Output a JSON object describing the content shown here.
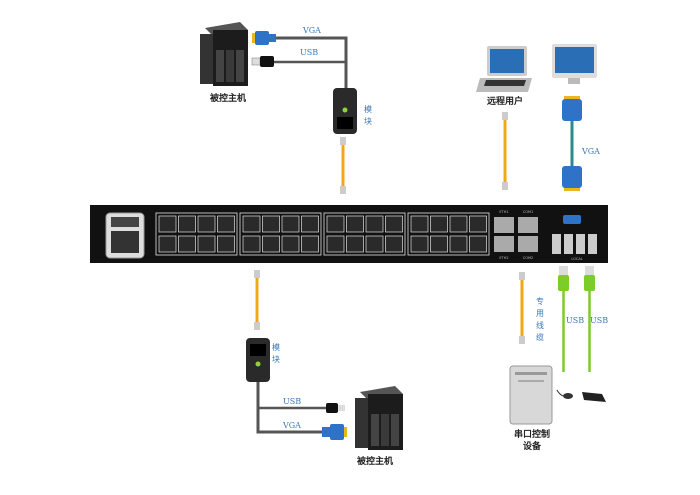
{
  "top_host": {
    "label": "被控主机",
    "vga_label": "VGA",
    "usb_label": "USB",
    "module_label_1": "模",
    "module_label_2": "块"
  },
  "remote_user": {
    "label": "远程用户"
  },
  "local_monitor": {
    "vga_label": "VGA"
  },
  "switch": {
    "eth1": "ETH1",
    "eth2": "ETH2",
    "com1": "COM1",
    "com2": "COM2",
    "local": "LOCAL",
    "groups": 4
  },
  "bottom_host": {
    "label": "被控主机",
    "usb_label": "USB",
    "vga_label": "VGA",
    "module_label_1": "模",
    "module_label_2": "块"
  },
  "serial_device": {
    "label_line1": "串口控制",
    "label_line2": "设备",
    "cable_label": [
      "专",
      "用",
      "线",
      "缆"
    ]
  },
  "local_usb": {
    "label_1": "USB",
    "label_2": "USB"
  },
  "colors": {
    "switch": "#111111",
    "vga": "#2f73c9",
    "utp": "#f0a818",
    "usb_green": "#7ccc2a",
    "cable": "#555555",
    "label_blue": "#3a79b8"
  }
}
